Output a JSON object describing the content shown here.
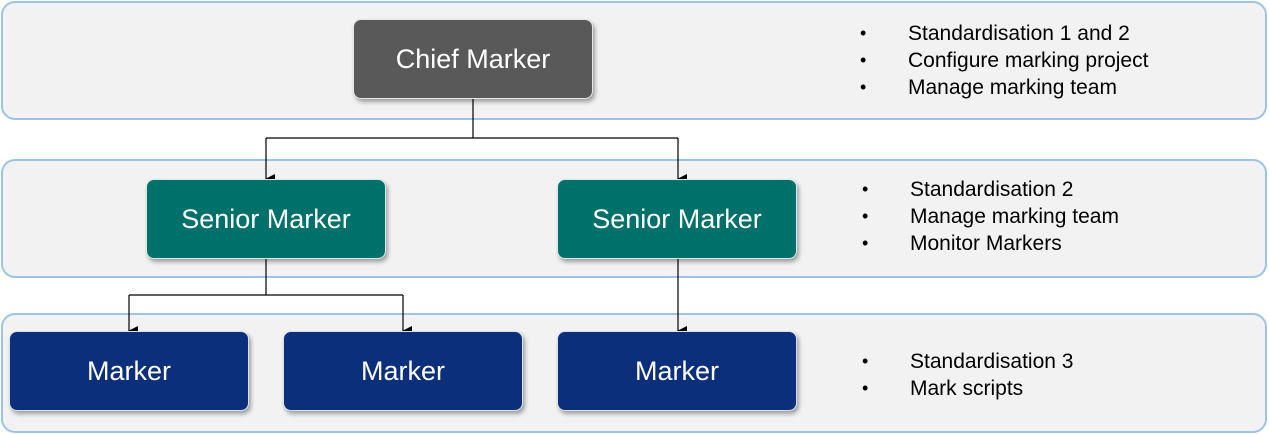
{
  "levels": [
    {
      "nodes": [
        {
          "label": "Chief Marker"
        }
      ],
      "responsibilities": [
        "Standardisation 1 and 2",
        "Configure marking project",
        "Manage marking team"
      ]
    },
    {
      "nodes": [
        {
          "label": "Senior Marker"
        },
        {
          "label": "Senior Marker"
        }
      ],
      "responsibilities": [
        "Standardisation 2",
        "Manage marking team",
        "Monitor Markers"
      ]
    },
    {
      "nodes": [
        {
          "label": "Marker"
        },
        {
          "label": "Marker"
        },
        {
          "label": "Marker"
        }
      ],
      "responsibilities": [
        "Standardisation 3",
        "Mark scripts"
      ]
    }
  ],
  "colors": {
    "band_fill": "#f2f2f2",
    "band_border": "#9dc3e6",
    "chief": "#595959",
    "senior": "#00706a",
    "marker": "#0b2f7a"
  }
}
